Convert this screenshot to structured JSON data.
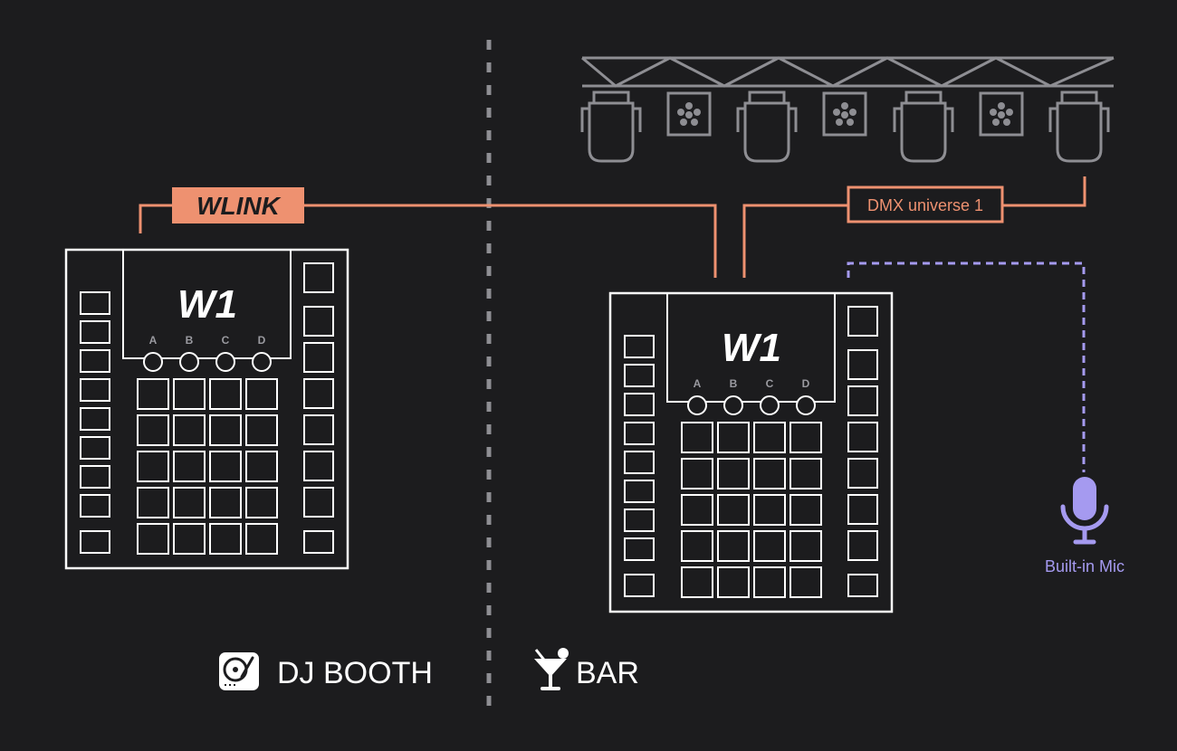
{
  "link": {
    "label": "WLINK"
  },
  "dmx": {
    "label": "DMX universe 1"
  },
  "devices": [
    {
      "brand": "W1",
      "knobs": [
        "A",
        "B",
        "C",
        "D"
      ]
    },
    {
      "brand": "W1",
      "knobs": [
        "A",
        "B",
        "C",
        "D"
      ]
    }
  ],
  "mic": {
    "label": "Built-in Mic"
  },
  "zones": {
    "left": "DJ BOOTH",
    "right": "BAR"
  },
  "colors": {
    "background": "#1c1c1e",
    "accent": "#ee9170",
    "mic": "#a59af0",
    "line": "#ffffff",
    "truss": "#8e8e93",
    "divider": "#8e8e93"
  },
  "icons": [
    "turntable-icon",
    "cocktail-icon",
    "microphone-icon",
    "moving-head-light-icon",
    "led-par-light-icon"
  ]
}
